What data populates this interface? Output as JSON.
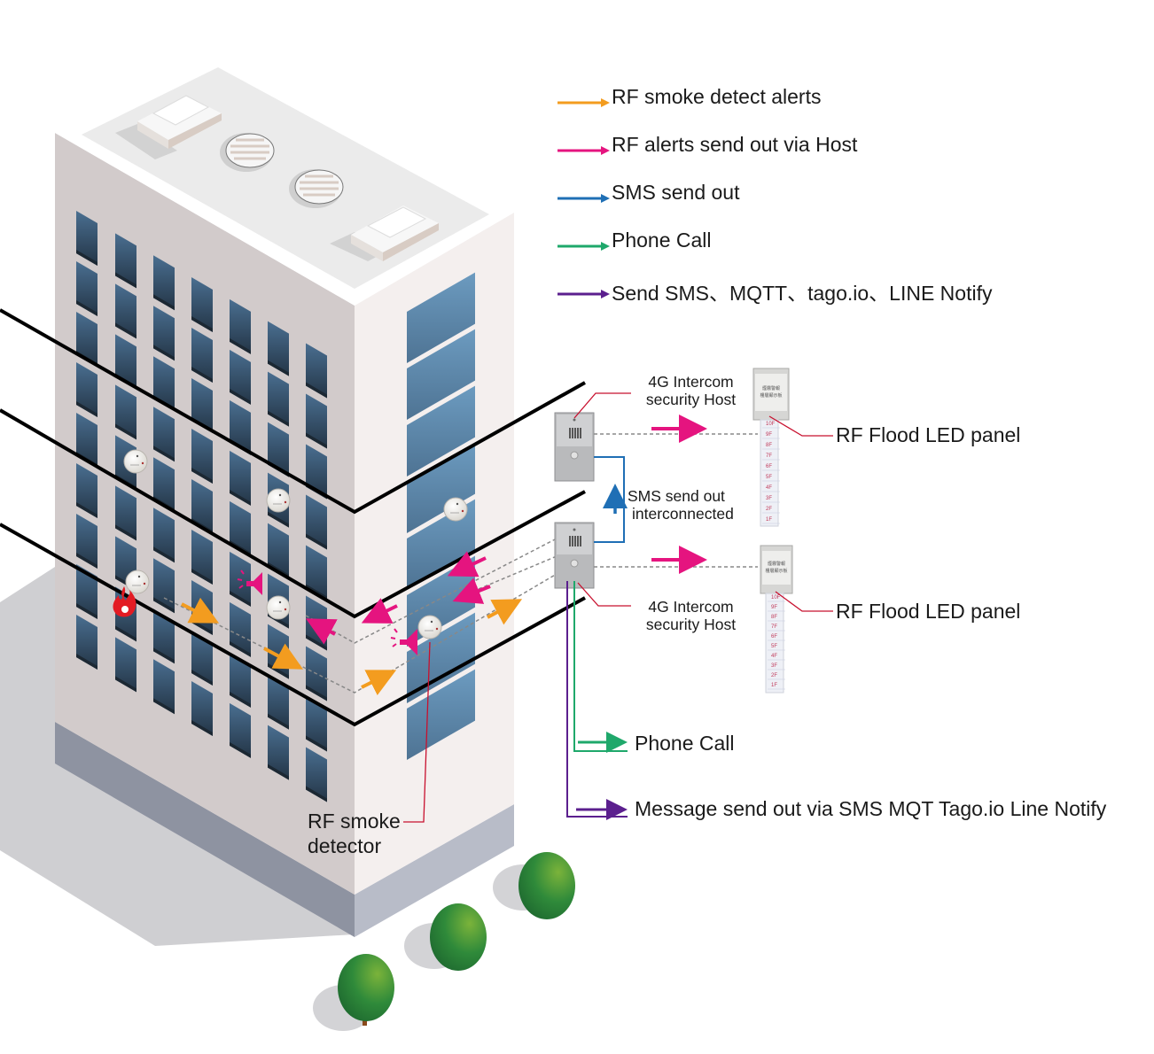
{
  "legend": {
    "items": [
      {
        "icon": "orange-arrow-icon",
        "color": "#f39c1f",
        "label": "RF smoke detect alerts"
      },
      {
        "icon": "magenta-arrow-icon",
        "color": "#e5147f",
        "label": "RF alerts send out via Host"
      },
      {
        "icon": "blue-arrow-icon",
        "color": "#1f6fb5",
        "label": "SMS send out"
      },
      {
        "icon": "green-arrow-icon",
        "color": "#1fa86b",
        "label": "Phone Call"
      },
      {
        "icon": "purple-arrow-icon",
        "color": "#5b1f8e",
        "label": "Send SMS、MQTT、tago.io、LINE Notify"
      }
    ]
  },
  "devices": {
    "host_top": {
      "label_line1": "4G Intercom",
      "label_line2": "security Host"
    },
    "host_bottom": {
      "label_line1": "4G Intercom",
      "label_line2": "security Host"
    },
    "interconnect": {
      "label_line1": "SMS send out",
      "label_line2": "interconnected"
    },
    "panel_top": {
      "label": "RF Flood LED panel",
      "sign_text": "煙霧警報 樓層顯示板"
    },
    "panel_bottom": {
      "label": "RF Flood LED panel",
      "sign_text": "煙霧警報 樓層顯示板"
    },
    "floor_labels": [
      "10F",
      "9F",
      "8F",
      "7F",
      "6F",
      "5F",
      "4F",
      "3F",
      "2F",
      "1F"
    ]
  },
  "outputs": {
    "phone_call": "Phone Call",
    "message": "Message send out via SMS MQT Tago.io Line Notify"
  },
  "building": {
    "detector_label_line1": "RF smoke",
    "detector_label_line2": "detector"
  },
  "colors": {
    "orange": "#f39c1f",
    "magenta": "#e5147f",
    "blue": "#1f6fb5",
    "green": "#1fa86b",
    "purple": "#5b1f8e",
    "leader_red": "#c8102e"
  }
}
